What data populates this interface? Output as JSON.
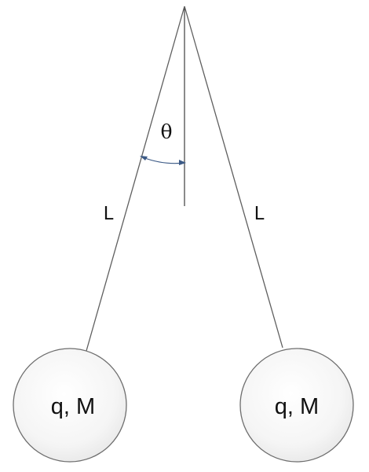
{
  "diagram": {
    "angle_label": "θ",
    "left_string_label": "L",
    "right_string_label": "L",
    "left_ball_label": "q, M",
    "right_ball_label": "q, M"
  }
}
